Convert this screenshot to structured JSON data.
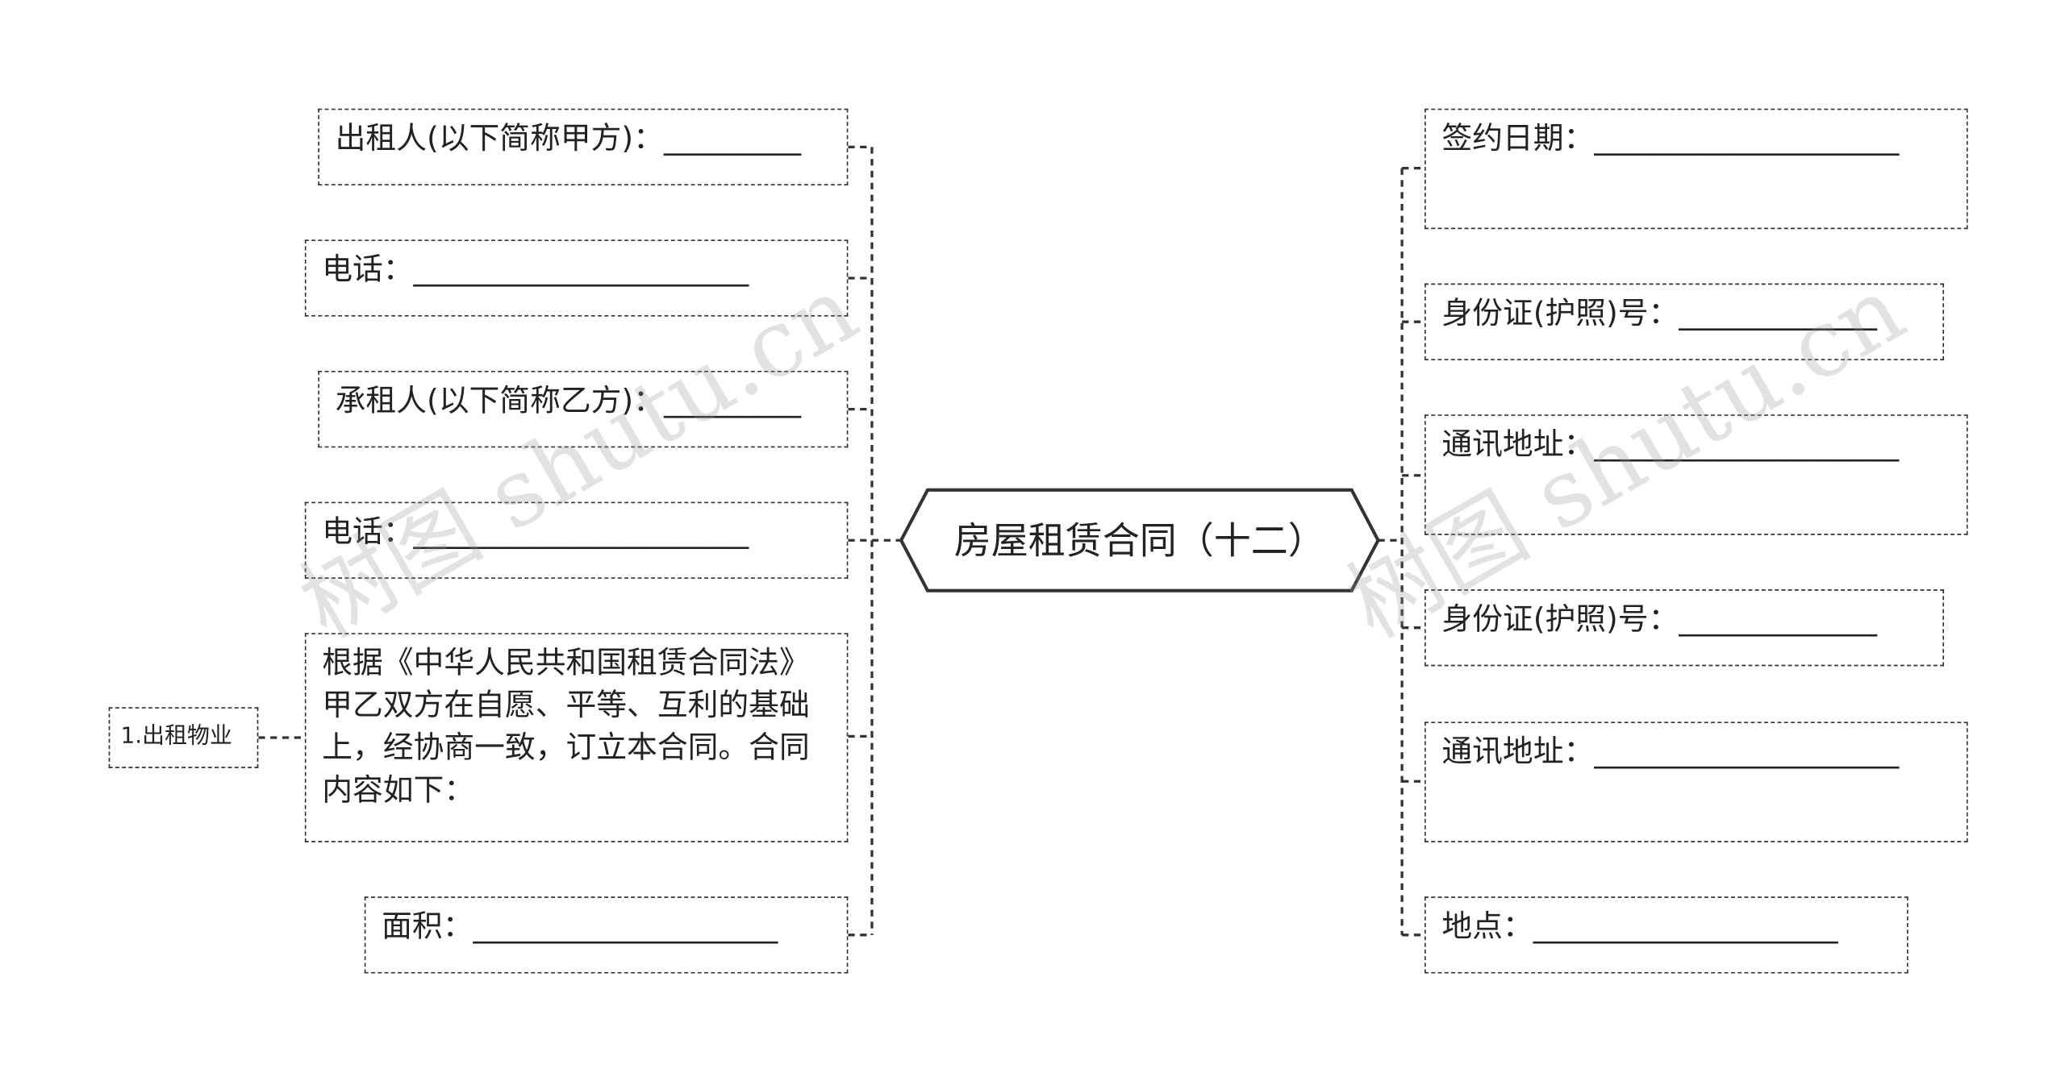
{
  "central": "房屋租赁合同（十二）",
  "left_nodes": [
    {
      "id": "l1",
      "text": "出租人(以下简称甲方)：_________"
    },
    {
      "id": "l2",
      "text": "电话：______________________"
    },
    {
      "id": "l3",
      "text": "承租人(以下简称乙方)：_________"
    },
    {
      "id": "l4",
      "text": "电话：______________________"
    },
    {
      "id": "l5",
      "text": "根据《中华人民共和国租赁合同法》甲乙双方在自愿、平等、互利的基础上，经协商一致，订立本合同。合同内容如下："
    },
    {
      "id": "l6",
      "text": "面积：____________________"
    }
  ],
  "leaf": {
    "text": "1.出租物业"
  },
  "right_nodes": [
    {
      "id": "r1",
      "text": "签约日期：____________________"
    },
    {
      "id": "r2",
      "text": "身份证(护照)号：_____________"
    },
    {
      "id": "r3",
      "text": "通讯地址：____________________"
    },
    {
      "id": "r4",
      "text": "身份证(护照)号：_____________"
    },
    {
      "id": "r5",
      "text": "通讯地址：____________________"
    },
    {
      "id": "r6",
      "text": "地点：____________________"
    }
  ],
  "watermarks": [
    "树图 shutu.cn",
    "树图 shutu.cn"
  ],
  "colors": {
    "line": "#333333",
    "text": "#222222",
    "background": "#ffffff",
    "watermark": "#aaaaaa"
  }
}
